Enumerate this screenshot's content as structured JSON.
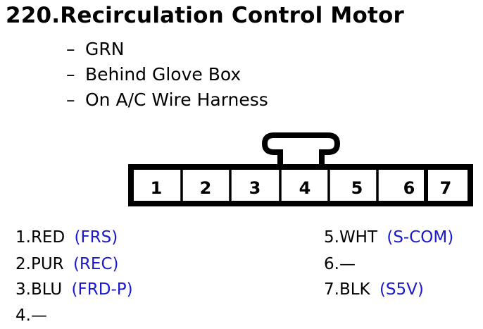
{
  "title": "220.Recirculation Control Motor",
  "notes": [
    {
      "dash": "–",
      "text": "GRN"
    },
    {
      "dash": "–",
      "text": "Behind Glove Box"
    },
    {
      "dash": "–",
      "text": "On A/C Wire Harness"
    }
  ],
  "connector": {
    "cavities": [
      "1",
      "2",
      "3",
      "4",
      "5",
      "6",
      "7"
    ]
  },
  "pins_left": [
    {
      "label": "1.RED",
      "code": "(FRS)"
    },
    {
      "label": "2.PUR",
      "code": "(REC)"
    },
    {
      "label": "3.BLU",
      "code": "(FRD-P)"
    },
    {
      "label": "4.—",
      "code": ""
    }
  ],
  "pins_right": [
    {
      "label": "5.WHT",
      "code": "(S-COM)"
    },
    {
      "label": "6.—",
      "code": ""
    },
    {
      "label": "7.BLK",
      "code": "(S5V)"
    }
  ],
  "colors": {
    "code_text": "#1a1acc",
    "ink": "#000000"
  }
}
